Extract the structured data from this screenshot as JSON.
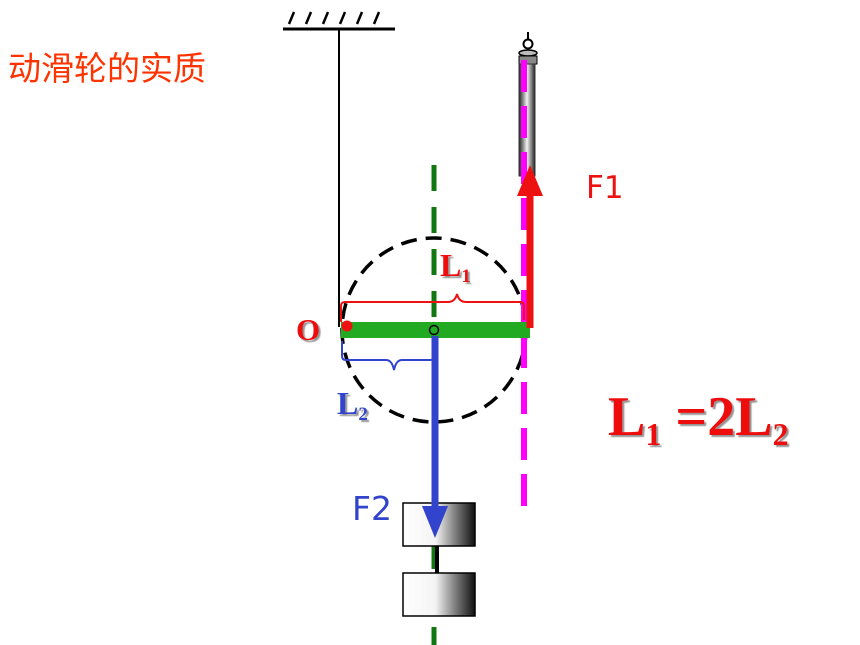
{
  "title": "动滑轮的实质",
  "labels": {
    "force1": "F1",
    "force2": "F2",
    "pivot": "O",
    "arm1_main": "L",
    "arm1_sub": "1",
    "arm2_main": "L",
    "arm2_sub": "2"
  },
  "equation": {
    "lhs_main": "L",
    "lhs_sub": "1",
    "mid": " =2L",
    "rhs_sub": "2"
  },
  "colors": {
    "title": "#ff3300",
    "force1": "#ee1111",
    "force2": "#3344cc",
    "lever": "#22aa22",
    "center_line": "#117711",
    "pull_line": "#ff00ff",
    "rope": "#000000",
    "arm1_brace": "#ee1111",
    "arm2_brace": "#3344cc",
    "equation": "#ee1111"
  }
}
